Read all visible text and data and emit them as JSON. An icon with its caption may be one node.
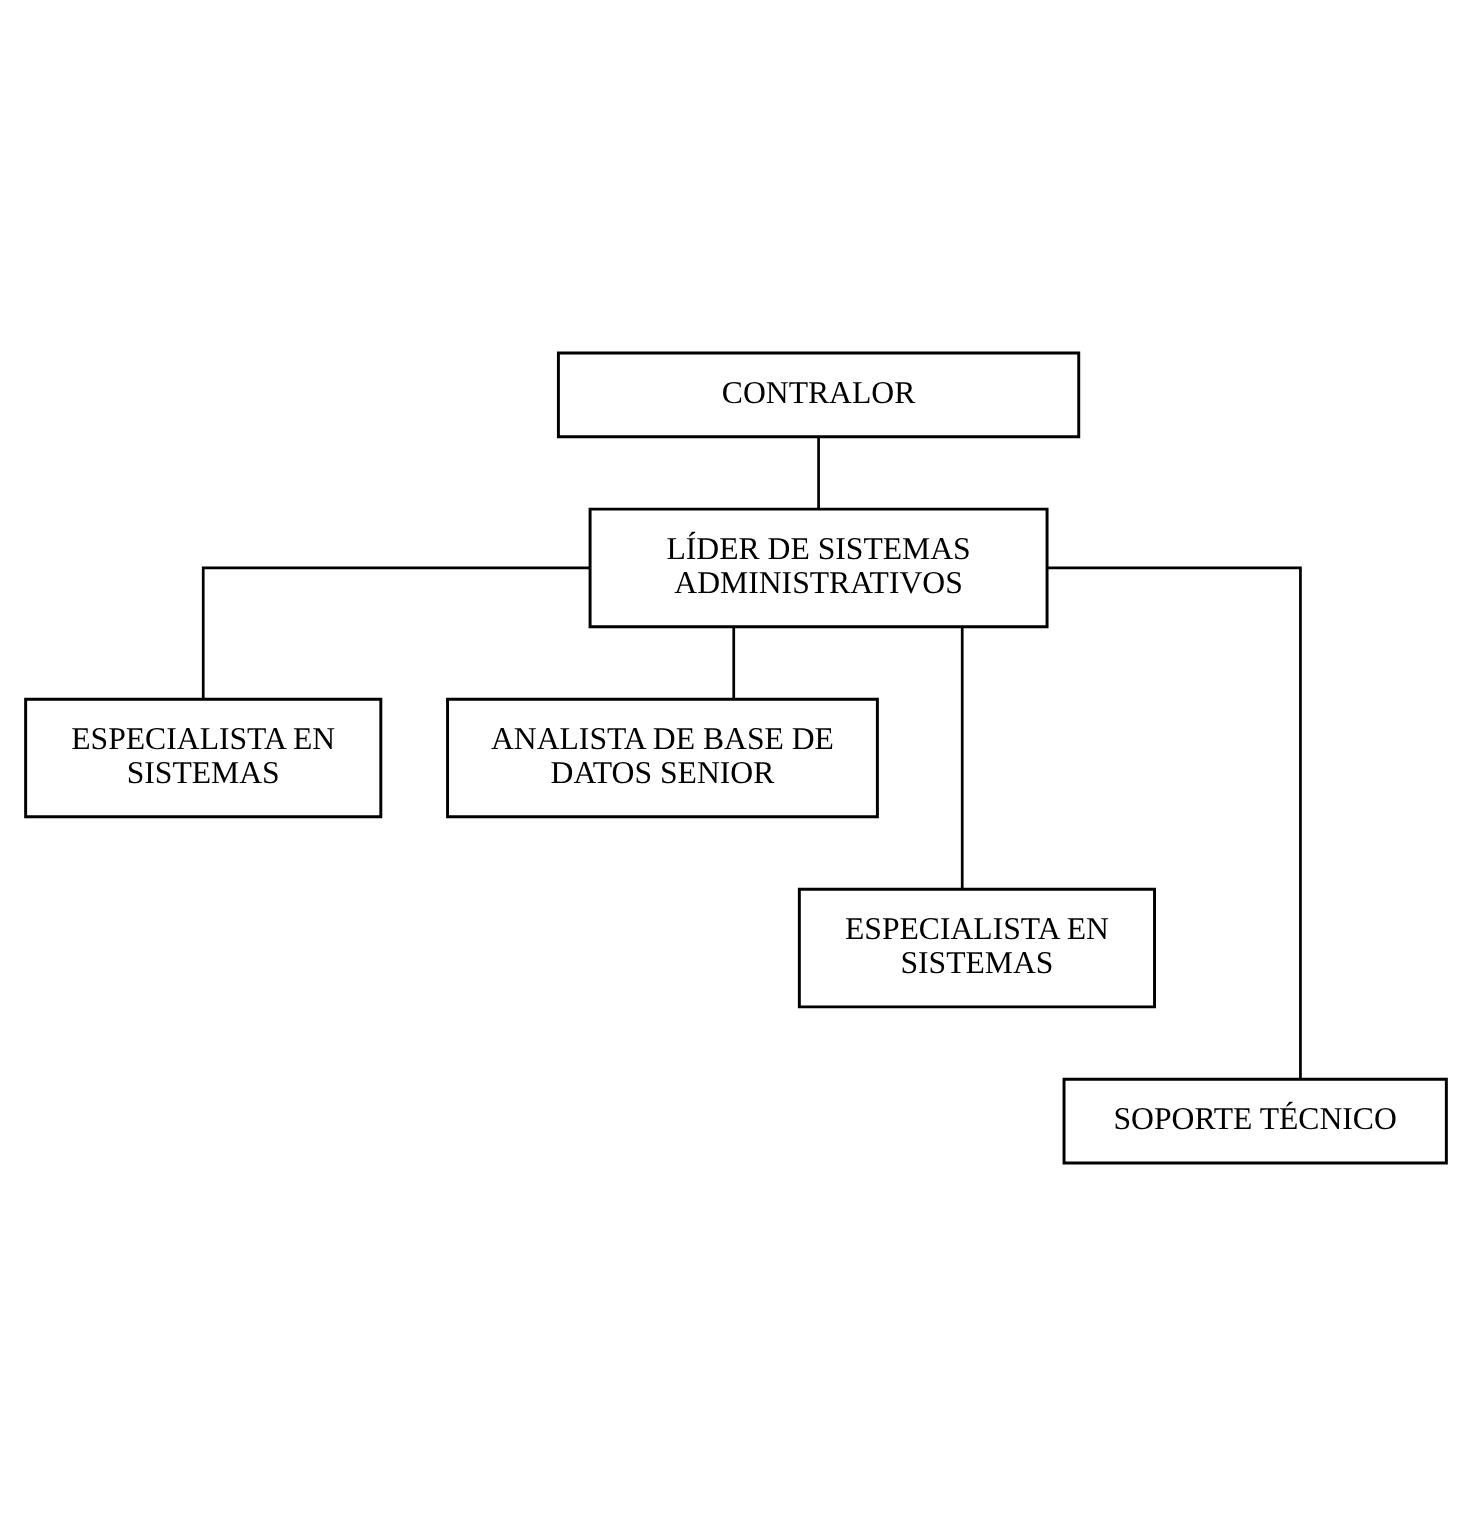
{
  "diagram": {
    "nodes": [
      {
        "text": [
          "CONTRALOR"
        ]
      },
      {
        "text": [
          "LÍDER DE SISTEMAS ADMINISTRATIVOS"
        ]
      },
      {
        "text": [
          "ESPECIALISTA EN SISTEMAS"
        ]
      },
      {
        "text": [
          "ANALISTA DE BASE DE DATOS SENIOR"
        ]
      },
      {
        "text": [
          "ESPECIALISTA EN SISTEMAS"
        ]
      },
      {
        "text": [
          "SOPORTE TÉCNICO"
        ]
      }
    ],
    "edges": [
      {
        "from": 0,
        "to": 1,
        "arrow": "none"
      },
      {
        "from": 1,
        "to": 2,
        "arrow": "none"
      },
      {
        "from": 1,
        "to": 3,
        "arrow": "none"
      },
      {
        "from": 1,
        "to": 4,
        "arrow": "none"
      },
      {
        "from": 1,
        "to": 5,
        "arrow": "none"
      }
    ]
  }
}
